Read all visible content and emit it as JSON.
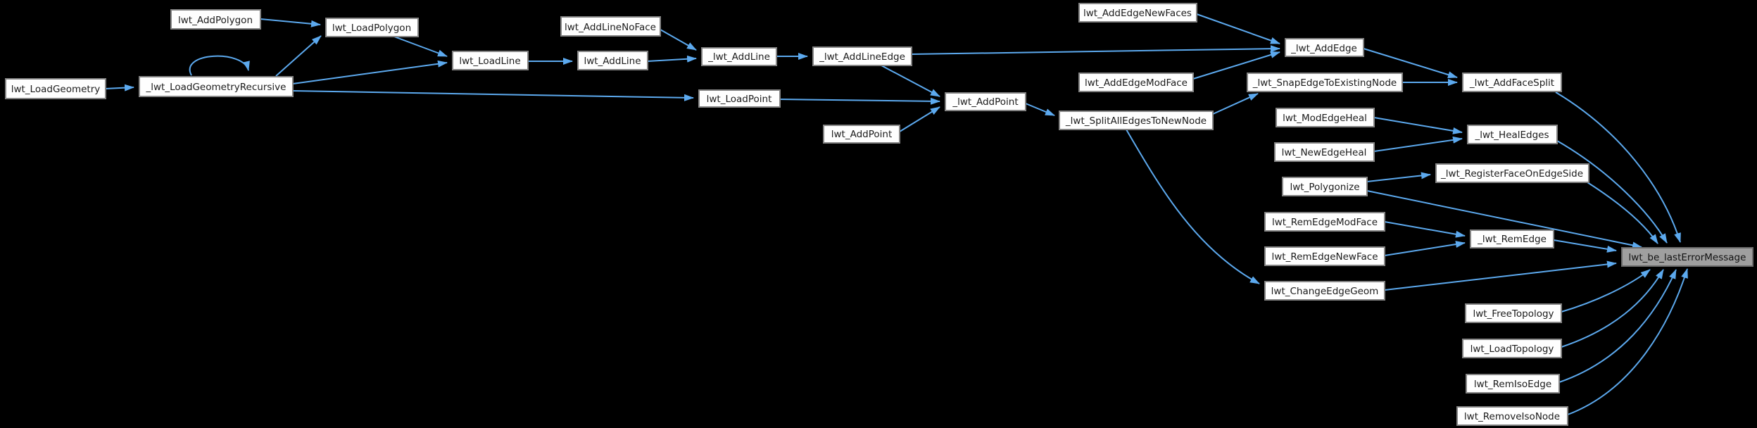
{
  "diagram": {
    "type": "caller-graph",
    "highlighted_node": "lwt_be_lastErrorMessage",
    "colors": {
      "background": "#000000",
      "edge": "#5ca9ee",
      "node_fill": "#fefefe",
      "node_border": "#848484",
      "highlight_fill": "#9f9f9f",
      "text": "#1b1b1b"
    },
    "nodes": [
      {
        "id": "lwt_LoadGeometry",
        "label": "lwt_LoadGeometry"
      },
      {
        "id": "_lwt_LoadGeometryRecursive",
        "label": "_lwt_LoadGeometryRecursive"
      },
      {
        "id": "lwt_AddPolygon",
        "label": "lwt_AddPolygon"
      },
      {
        "id": "lwt_LoadPolygon",
        "label": "lwt_LoadPolygon"
      },
      {
        "id": "lwt_LoadLine",
        "label": "lwt_LoadLine"
      },
      {
        "id": "lwt_AddLineNoFace",
        "label": "lwt_AddLineNoFace"
      },
      {
        "id": "lwt_AddLine",
        "label": "lwt_AddLine"
      },
      {
        "id": "_lwt_AddLine",
        "label": "_lwt_AddLine"
      },
      {
        "id": "_lwt_AddLineEdge",
        "label": "_lwt_AddLineEdge"
      },
      {
        "id": "lwt_LoadPoint",
        "label": "lwt_LoadPoint"
      },
      {
        "id": "lwt_AddPoint",
        "label": "lwt_AddPoint"
      },
      {
        "id": "_lwt_AddPoint",
        "label": "_lwt_AddPoint"
      },
      {
        "id": "lwt_AddEdgeNewFaces",
        "label": "lwt_AddEdgeNewFaces"
      },
      {
        "id": "lwt_AddEdgeModFace",
        "label": "lwt_AddEdgeModFace"
      },
      {
        "id": "_lwt_AddEdge",
        "label": "_lwt_AddEdge"
      },
      {
        "id": "_lwt_SnapEdgeToExistingNode",
        "label": "_lwt_SnapEdgeToExistingNode"
      },
      {
        "id": "_lwt_SplitAllEdgesToNewNode",
        "label": "_lwt_SplitAllEdgesToNewNode"
      },
      {
        "id": "lwt_ModEdgeHeal",
        "label": "lwt_ModEdgeHeal"
      },
      {
        "id": "lwt_NewEdgeHeal",
        "label": "lwt_NewEdgeHeal"
      },
      {
        "id": "lwt_Polygonize",
        "label": "lwt_Polygonize"
      },
      {
        "id": "lwt_RemEdgeModFace",
        "label": "lwt_RemEdgeModFace"
      },
      {
        "id": "lwt_RemEdgeNewFace",
        "label": "lwt_RemEdgeNewFace"
      },
      {
        "id": "lwt_ChangeEdgeGeom",
        "label": "lwt_ChangeEdgeGeom"
      },
      {
        "id": "_lwt_AddFaceSplit",
        "label": "_lwt_AddFaceSplit"
      },
      {
        "id": "_lwt_HealEdges",
        "label": "_lwt_HealEdges"
      },
      {
        "id": "_lwt_RegisterFaceOnEdgeSide",
        "label": "_lwt_RegisterFaceOnEdgeSide"
      },
      {
        "id": "_lwt_RemEdge",
        "label": "_lwt_RemEdge"
      },
      {
        "id": "lwt_FreeTopology",
        "label": "lwt_FreeTopology"
      },
      {
        "id": "lwt_LoadTopology",
        "label": "lwt_LoadTopology"
      },
      {
        "id": "lwt_RemIsoEdge",
        "label": "lwt_RemIsoEdge"
      },
      {
        "id": "lwt_RemoveIsoNode",
        "label": "lwt_RemoveIsoNode"
      },
      {
        "id": "lwt_be_lastErrorMessage",
        "label": "lwt_be_lastErrorMessage",
        "highlighted": true
      }
    ],
    "edges": [
      {
        "from": "lwt_LoadGeometry",
        "to": "_lwt_LoadGeometryRecursive"
      },
      {
        "from": "_lwt_LoadGeometryRecursive",
        "to": "_lwt_LoadGeometryRecursive"
      },
      {
        "from": "lwt_AddPolygon",
        "to": "lwt_LoadPolygon"
      },
      {
        "from": "_lwt_LoadGeometryRecursive",
        "to": "lwt_LoadPolygon"
      },
      {
        "from": "lwt_LoadPolygon",
        "to": "lwt_LoadLine"
      },
      {
        "from": "_lwt_LoadGeometryRecursive",
        "to": "lwt_LoadLine"
      },
      {
        "from": "_lwt_LoadGeometryRecursive",
        "to": "lwt_LoadPoint"
      },
      {
        "from": "lwt_AddLineNoFace",
        "to": "_lwt_AddLine"
      },
      {
        "from": "lwt_LoadLine",
        "to": "lwt_AddLine"
      },
      {
        "from": "lwt_AddLine",
        "to": "_lwt_AddLine"
      },
      {
        "from": "_lwt_AddLine",
        "to": "_lwt_AddLineEdge"
      },
      {
        "from": "_lwt_AddLineEdge",
        "to": "_lwt_AddEdge"
      },
      {
        "from": "_lwt_AddLineEdge",
        "to": "_lwt_AddPoint"
      },
      {
        "from": "lwt_LoadPoint",
        "to": "_lwt_AddPoint"
      },
      {
        "from": "lwt_AddPoint",
        "to": "_lwt_AddPoint"
      },
      {
        "from": "_lwt_AddPoint",
        "to": "_lwt_SplitAllEdgesToNewNode"
      },
      {
        "from": "lwt_AddEdgeNewFaces",
        "to": "_lwt_AddEdge"
      },
      {
        "from": "lwt_AddEdgeModFace",
        "to": "_lwt_AddEdge"
      },
      {
        "from": "_lwt_SplitAllEdgesToNewNode",
        "to": "_lwt_SnapEdgeToExistingNode"
      },
      {
        "from": "_lwt_SplitAllEdgesToNewNode",
        "to": "lwt_ChangeEdgeGeom"
      },
      {
        "from": "_lwt_AddEdge",
        "to": "_lwt_AddFaceSplit"
      },
      {
        "from": "_lwt_SnapEdgeToExistingNode",
        "to": "_lwt_AddFaceSplit"
      },
      {
        "from": "lwt_ModEdgeHeal",
        "to": "_lwt_HealEdges"
      },
      {
        "from": "lwt_NewEdgeHeal",
        "to": "_lwt_HealEdges"
      },
      {
        "from": "lwt_Polygonize",
        "to": "_lwt_RegisterFaceOnEdgeSide"
      },
      {
        "from": "lwt_Polygonize",
        "to": "lwt_be_lastErrorMessage"
      },
      {
        "from": "lwt_RemEdgeModFace",
        "to": "_lwt_RemEdge"
      },
      {
        "from": "lwt_RemEdgeNewFace",
        "to": "_lwt_RemEdge"
      },
      {
        "from": "lwt_ChangeEdgeGeom",
        "to": "lwt_be_lastErrorMessage"
      },
      {
        "from": "_lwt_AddFaceSplit",
        "to": "lwt_be_lastErrorMessage"
      },
      {
        "from": "_lwt_HealEdges",
        "to": "lwt_be_lastErrorMessage"
      },
      {
        "from": "_lwt_RegisterFaceOnEdgeSide",
        "to": "lwt_be_lastErrorMessage"
      },
      {
        "from": "_lwt_RemEdge",
        "to": "lwt_be_lastErrorMessage"
      },
      {
        "from": "lwt_FreeTopology",
        "to": "lwt_be_lastErrorMessage"
      },
      {
        "from": "lwt_LoadTopology",
        "to": "lwt_be_lastErrorMessage"
      },
      {
        "from": "lwt_RemIsoEdge",
        "to": "lwt_be_lastErrorMessage"
      },
      {
        "from": "lwt_RemoveIsoNode",
        "to": "lwt_be_lastErrorMessage"
      }
    ]
  }
}
